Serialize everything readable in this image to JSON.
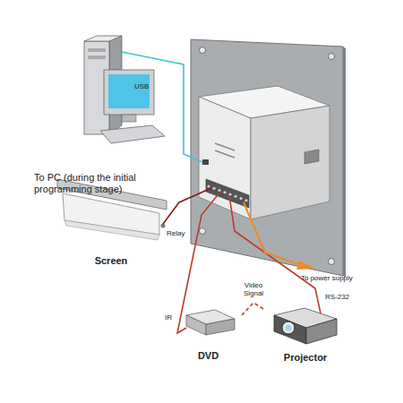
{
  "diagram": {
    "nodes": [
      {
        "text": [
          "To PC (during the initial programming stage)"
        ]
      },
      {
        "text": [
          "Screen"
        ]
      },
      {
        "text": [
          "DVD"
        ]
      },
      {
        "text": [
          "Projector"
        ]
      }
    ],
    "edges": [
      {
        "from": 2,
        "to": 3,
        "label": "Video Signal",
        "arrow": "none"
      }
    ],
    "labels": [
      "USB",
      "Relay",
      "IR",
      "RS-232",
      "To power supply"
    ]
  }
}
